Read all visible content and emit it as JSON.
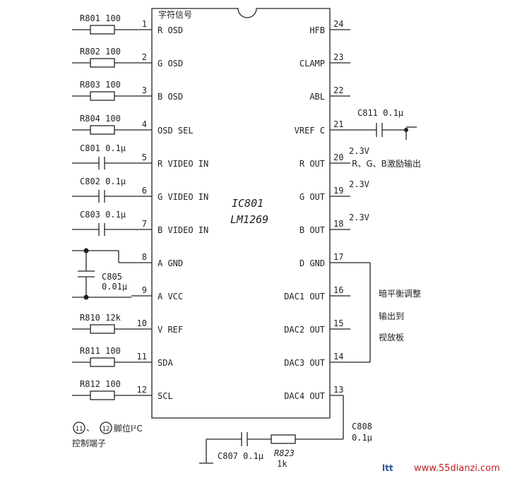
{
  "ic": {
    "header": "字符信号",
    "name": "IC801",
    "part": "LM1269",
    "left_pins": [
      {
        "num": "1",
        "label": "R OSD"
      },
      {
        "num": "2",
        "label": "G OSD"
      },
      {
        "num": "3",
        "label": "B OSD"
      },
      {
        "num": "4",
        "label": "OSD SEL"
      },
      {
        "num": "5",
        "label": "R VIDEO IN"
      },
      {
        "num": "6",
        "label": "G VIDEO IN"
      },
      {
        "num": "7",
        "label": "B VIDEO IN"
      },
      {
        "num": "8",
        "label": "A GND"
      },
      {
        "num": "9",
        "label": "A VCC"
      },
      {
        "num": "10",
        "label": "V REF"
      },
      {
        "num": "11",
        "label": "SDA"
      },
      {
        "num": "12",
        "label": "SCL"
      }
    ],
    "right_pins": [
      {
        "num": "24",
        "label": "HFB"
      },
      {
        "num": "23",
        "label": "CLAMP"
      },
      {
        "num": "22",
        "label": "ABL"
      },
      {
        "num": "21",
        "label": "VREF C"
      },
      {
        "num": "20",
        "label": "R OUT"
      },
      {
        "num": "19",
        "label": "G OUT"
      },
      {
        "num": "18",
        "label": "B OUT"
      },
      {
        "num": "17",
        "label": "D GND"
      },
      {
        "num": "16",
        "label": "DAC1 OUT"
      },
      {
        "num": "15",
        "label": "DAC2 OUT"
      },
      {
        "num": "14",
        "label": "DAC3 OUT"
      },
      {
        "num": "13",
        "label": "DAC4 OUT"
      }
    ]
  },
  "components": {
    "r801": "R801  100",
    "r802": "R802  100",
    "r803": "R803  100",
    "r804": "R804  100",
    "c801": "C801  0.1μ",
    "c802": "C802  0.1μ",
    "c803": "C803  0.1μ",
    "c805_name": "C805",
    "c805_value": "0.01μ",
    "r810": "R810  12k",
    "r811": "R811  100",
    "r812": "R812  100",
    "c811": "C811  0.1μ",
    "c807": "C807  0.1μ",
    "r823_name": "R823",
    "r823_value": "1k",
    "c808_name": "C808",
    "c808_value": "0.1μ"
  },
  "annotations": {
    "v20": "2.3V",
    "v19": "2.3V",
    "v18": "2.3V",
    "rgb_out": "R、G、B激励输出",
    "dac_line1": "暗平衡调整",
    "dac_line2": "输出到",
    "dac_line3": "视放板",
    "i2c_circle1": "11",
    "i2c_sep": "、",
    "i2c_circle2": "12",
    "i2c_text": "脚位I²C",
    "i2c_line2": "控制端子"
  },
  "watermark": {
    "left": "ltt",
    "right": "www.55dianzi.com"
  }
}
